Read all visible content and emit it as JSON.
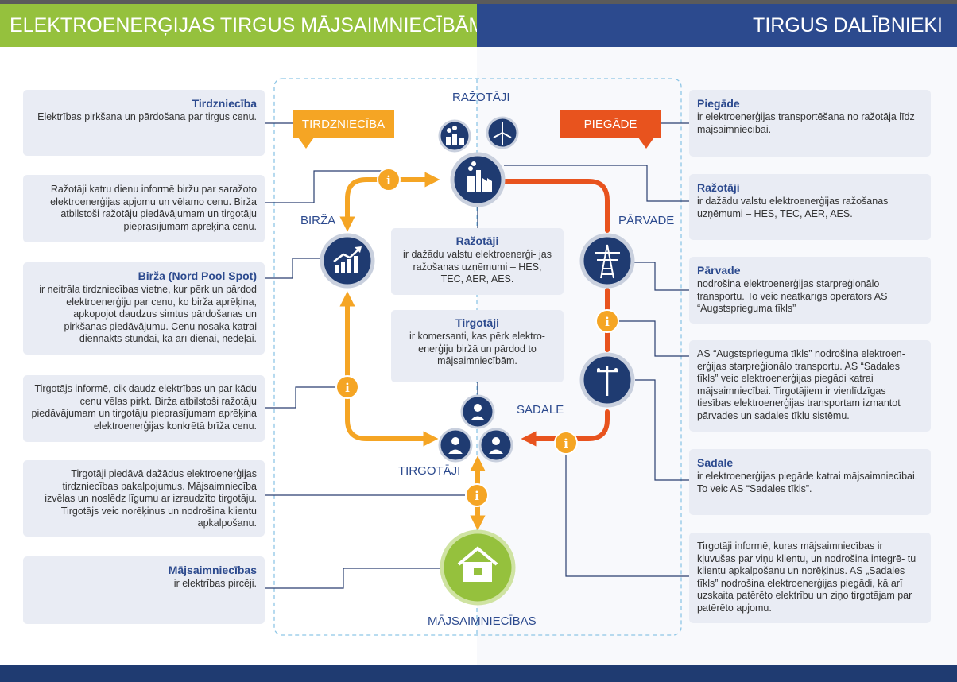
{
  "header": {
    "left_title": "ELEKTROENERĢIJAS TIRGUS MĀJSAIMNIECĪBĀM",
    "right_title": "TIRGUS DALĪBNIEKI"
  },
  "diagram": {
    "labels": {
      "razotaji": "RAŽOTĀJI",
      "birza": "BIRŽA",
      "parvade": "PĀRVADE",
      "sadale": "SADALE",
      "tirgotaji": "TIRGOTĀJI",
      "majsaimniecibas": "MĀJSAIMNIECĪBAS"
    },
    "banners": {
      "tirdznieciba": "TIRDZNIECĪBA",
      "piegade": "PIEGĀDE"
    },
    "info_glyph": "i",
    "colors": {
      "blue": "#2c4a8e",
      "navy": "#1f3b71",
      "green": "#95c13d",
      "yellow": "#f5a524",
      "orange": "#e8531e",
      "box": "#e9ecf4"
    },
    "icons": [
      "factory-icon",
      "wind-turbine-icon",
      "power-plant-icon",
      "chart-up-icon",
      "transmission-tower-icon",
      "power-pole-icon",
      "trader-person-icon",
      "house-icon",
      "info-icon"
    ]
  },
  "left_boxes": [
    {
      "title": "Tirdzniecība",
      "text": "Elektrības pirkšana un pārdošana par tirgus cenu."
    },
    {
      "title": "",
      "text": "Ražotāji katru dienu informē biržu par saražoto elektroenerģijas apjomu un vēlamo cenu. Birža atbilstoši ražotāju piedāvājumam un tirgotāju pieprasījumam aprēķina cenu."
    },
    {
      "title": "Birža (Nord Pool Spot)",
      "text": "ir neitrāla tirdzniecības vietne, kur pērk un pārdod elektroenerģiju par cenu, ko birža aprēķina, apkopojot daudzus simtus pārdošanas un pirkšanas piedāvājumu. Cenu nosaka katrai diennakts stundai, kā arī dienai, nedēļai."
    },
    {
      "title": "",
      "text": "Tirgotājs informē, cik daudz elektrības un par kādu cenu vēlas pirkt. Birža atbilstoši ražotāju piedāvājumam un tirgotāju pieprasījumam aprēķina elektroenerģijas konkrētā brīža cenu."
    },
    {
      "title": "",
      "text": "Tirgotāji piedāvā dažādus elektroenerģijas tirdzniecības pakalpojumus. Mājsaimniecība izvēlas un noslēdz līgumu ar izraudzīto tirgotāju. Tirgotājs veic norēķinus un nodrošina klientu apkalpošanu."
    },
    {
      "title": "Mājsaimniecības",
      "text": "ir elektrības pircēji."
    }
  ],
  "center_boxes": [
    {
      "title": "Ražotāji",
      "text": "ir dažādu valstu elektroenerģi- jas ražošanas uzņēmumi – HES, TEC, AER, AES."
    },
    {
      "title": "Tirgotāji",
      "text": "ir komersanti, kas pērk elektro- enerģiju biržā un pārdod to mājsaimniecībām."
    }
  ],
  "right_boxes": [
    {
      "title": "Piegāde",
      "text": "ir elektroenerģijas transportēšana no ražotāja līdz mājsaimniecībai."
    },
    {
      "title": "Ražotāji",
      "text": "ir dažādu valstu elektroenerģijas ražošanas uzņēmumi – HES, TEC, AER, AES."
    },
    {
      "title": "Pārvade",
      "text": "nodrošina elektroenerģijas starpreģionālo transportu. To veic neatkarīgs operators AS “Augstsprieguma tīkls”"
    },
    {
      "title": "",
      "text": "AS “Augstsprieguma tīkls” nodrošina elektroen- erģijas starpreģionālo transportu. AS “Sadales tīkls” veic elektroenerģijas piegādi katrai mājsaimniecībai. Tirgotājiem ir vienlīdzīgas tiesības elektroenerģijas transportam izmantot pārvades un sadales tīklu sistēmu."
    },
    {
      "title": "Sadale",
      "text": "ir elektroenerģijas piegāde katrai mājsaimniecībai. To veic AS “Sadales tīkls”."
    },
    {
      "title": "",
      "text": "Tirgotāji informē, kuras mājsaimniecības ir kļuvušas par viņu klientu, un nodrošina integrē- tu klientu apkalpošanu un norēķinus. AS „Sadales tīkls” nodrošina elektroenerģijas piegādi, kā arī uzskaita patērēto elektrību un ziņo tirgotājam par patērēto apjomu."
    }
  ]
}
